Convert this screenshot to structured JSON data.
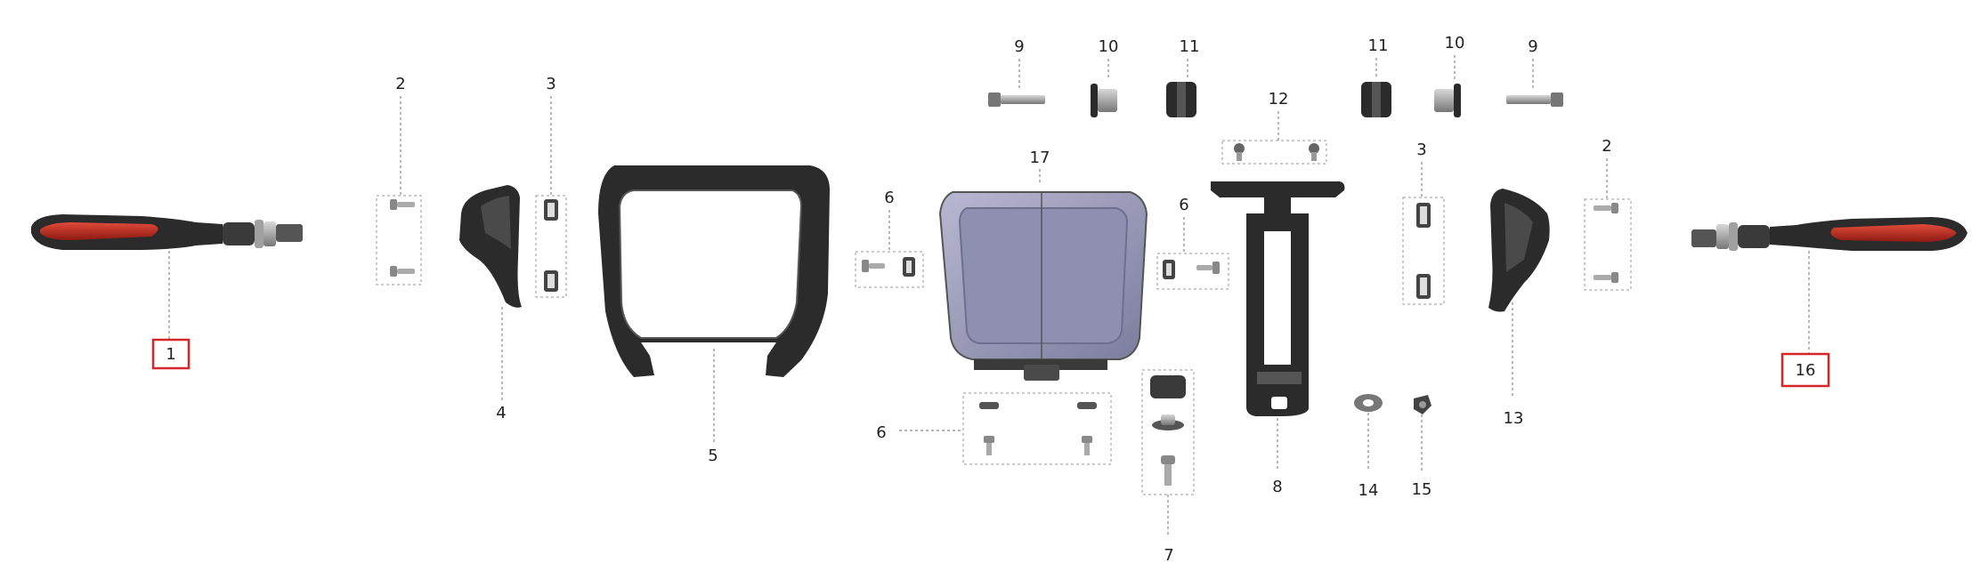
{
  "diagram": {
    "callouts": {
      "c1": "1",
      "c2_left": "2",
      "c3_left": "3",
      "c4": "4",
      "c5": "5",
      "c6_upper_left": "6",
      "c6_upper_right": "6",
      "c6_lower": "6",
      "c7": "7",
      "c8": "8",
      "c9_left": "9",
      "c9_right": "9",
      "c10_left": "10",
      "c10_right": "10",
      "c11_left": "11",
      "c11_right": "11",
      "c12": "12",
      "c3_right": "3",
      "c2_right": "2",
      "c13": "13",
      "c14": "14",
      "c15": "15",
      "c16": "16",
      "c17": "17"
    },
    "highlighted_callouts": [
      "1",
      "16"
    ],
    "colors": {
      "highlight": "#d62728",
      "indicator_lens": "#c0281e",
      "screen_housing": "#9a9ab8",
      "dark_plastic": "#2b2b2b"
    }
  }
}
